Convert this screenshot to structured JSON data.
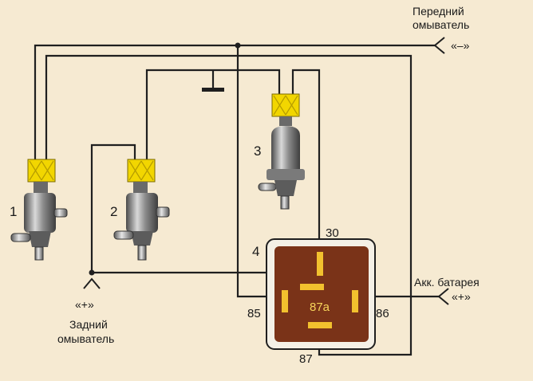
{
  "labels": {
    "washer_1": "1",
    "washer_2": "2",
    "washer_3": "3",
    "relay": "4",
    "pin_30": "30",
    "pin_85": "85",
    "pin_86": "86",
    "pin_87": "87",
    "pin_87a": "87a",
    "front_washer_line1": "Передний",
    "front_washer_line2": "омыватель",
    "front_minus": "«–»",
    "battery": "Акк. батарея",
    "battery_plus": "«+»",
    "rear_plus": "«+»",
    "rear_washer_line1": "Задний",
    "rear_washer_line2": "омыватель"
  },
  "colors": {
    "background": "#f6ead2",
    "wire": "#1f1f1f",
    "connector": "#f2d600",
    "relay_body": "#7a3318",
    "relay_pin": "#f2c12e",
    "relay_frame": "#f4f0e6"
  },
  "icons": {
    "pump": "washer-pump-icon",
    "ground": "ground-icon",
    "terminal": "terminal-arrow-icon"
  }
}
